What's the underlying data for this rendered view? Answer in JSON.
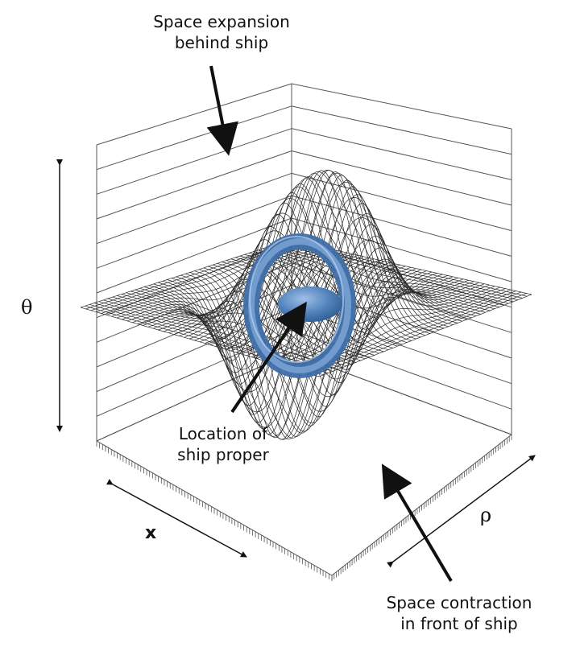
{
  "annotations": {
    "expansion": [
      "Space expansion",
      "behind ship"
    ],
    "ship": [
      "Location of",
      "ship proper"
    ],
    "contraction": [
      "Space contraction",
      "in front of ship"
    ]
  },
  "axes": {
    "theta": "θ",
    "x": "x",
    "rho": "ρ"
  },
  "colors": {
    "mesh": "#2a2a2a",
    "ring": "#4f7fb8",
    "ring_highlight": "#8fb2dc",
    "ship": "#3f6fa8",
    "walls": "#444444"
  }
}
